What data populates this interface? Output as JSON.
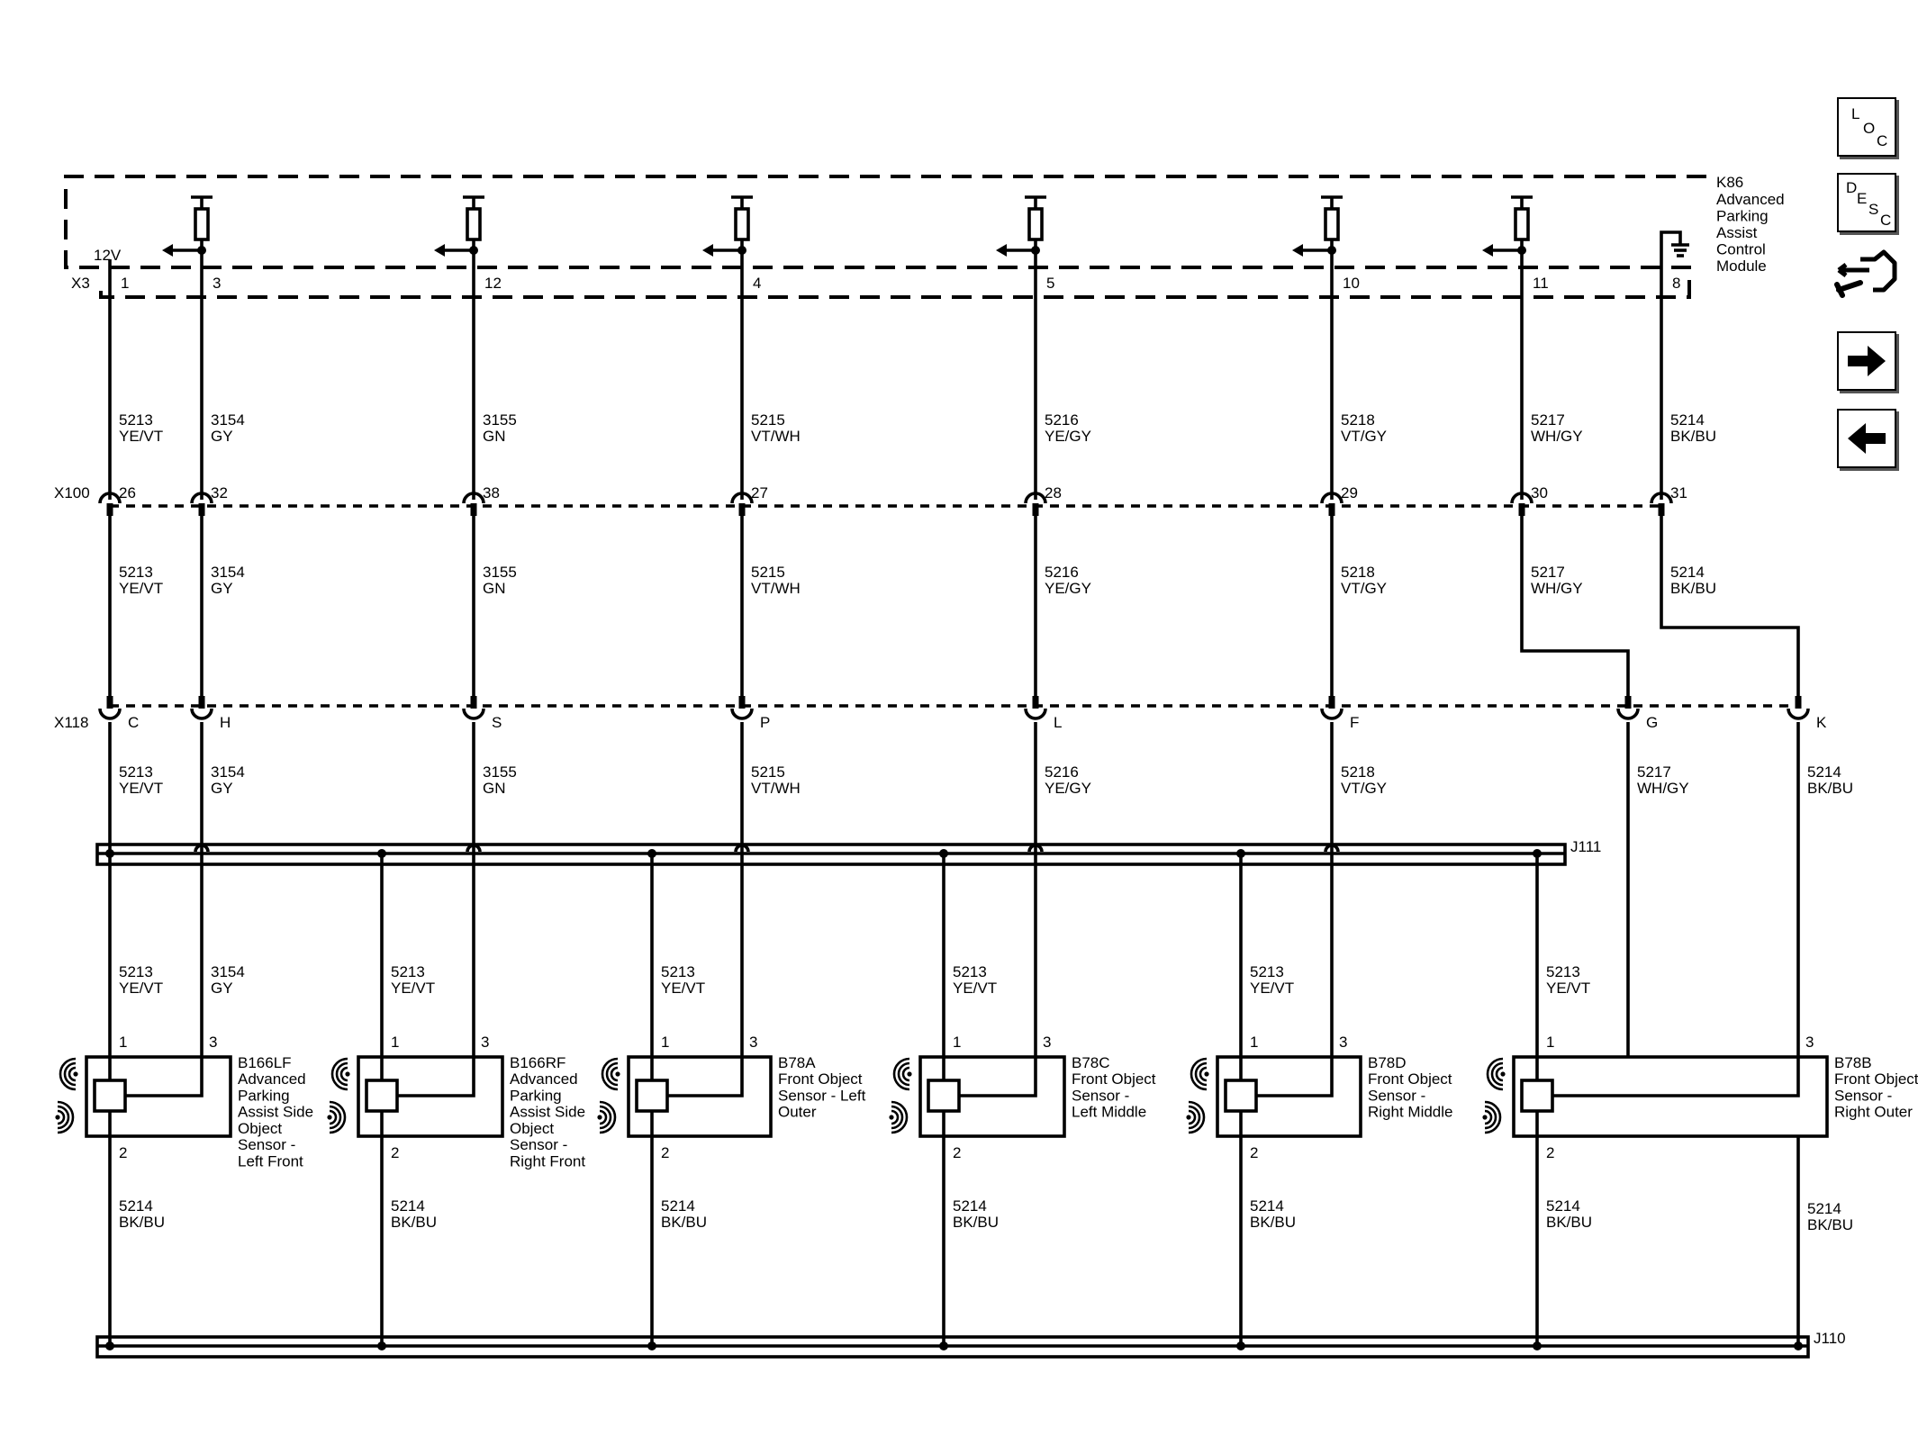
{
  "module": {
    "ref": "K86",
    "name_lines": [
      "Advanced",
      "Parking",
      "Assist",
      "Control",
      "Module"
    ],
    "connector": "X3",
    "power_label": "12V"
  },
  "inline_connectors": {
    "x100": "X100",
    "x118": "X118"
  },
  "splices": {
    "j111": "J111",
    "j110": "J110"
  },
  "circuits": [
    {
      "id": "c5213",
      "x3_pin": "1",
      "x100_pin": "26",
      "x118_pin": "C",
      "circuit": "5213",
      "color": "YE/VT"
    },
    {
      "id": "c3154",
      "x3_pin": "3",
      "x100_pin": "32",
      "x118_pin": "H",
      "circuit": "3154",
      "color": "GY"
    },
    {
      "id": "c3155",
      "x3_pin": "12",
      "x100_pin": "38",
      "x118_pin": "S",
      "circuit": "3155",
      "color": "GN"
    },
    {
      "id": "c5215",
      "x3_pin": "4",
      "x100_pin": "27",
      "x118_pin": "P",
      "circuit": "5215",
      "color": "VT/WH"
    },
    {
      "id": "c5216",
      "x3_pin": "5",
      "x100_pin": "28",
      "x118_pin": "L",
      "circuit": "5216",
      "color": "YE/GY"
    },
    {
      "id": "c5218",
      "x3_pin": "10",
      "x100_pin": "29",
      "x118_pin": "F",
      "circuit": "5218",
      "color": "VT/GY"
    },
    {
      "id": "c5217",
      "x3_pin": "11",
      "x100_pin": "30",
      "x118_pin": "G",
      "circuit": "5217",
      "color": "WH/GY"
    },
    {
      "id": "c5214",
      "x3_pin": "8",
      "x100_pin": "31",
      "x118_pin": "K",
      "circuit": "5214",
      "color": "BK/BU"
    }
  ],
  "sensors": [
    {
      "ref": "B166LF",
      "name_lines": [
        "Advanced",
        "Parking",
        "Assist Side",
        "Object",
        "Sensor -",
        "Left Front"
      ],
      "pin_supply": "1",
      "pin_signal": "3",
      "pin_ground": "2",
      "supply_circuit": "5213",
      "supply_color": "YE/VT",
      "signal_circuit": "3154",
      "signal_color": "GY",
      "ground_circuit": "5214",
      "ground_color": "BK/BU"
    },
    {
      "ref": "B166RF",
      "name_lines": [
        "Advanced",
        "Parking",
        "Assist Side",
        "Object",
        "Sensor -",
        "Right Front"
      ],
      "pin_supply": "1",
      "pin_signal": "3",
      "pin_ground": "2",
      "supply_circuit": "5213",
      "supply_color": "YE/VT",
      "signal_circuit": "",
      "signal_color": "",
      "ground_circuit": "5214",
      "ground_color": "BK/BU"
    },
    {
      "ref": "B78A",
      "name_lines": [
        "Front Object",
        "Sensor - Left",
        "Outer"
      ],
      "pin_supply": "1",
      "pin_signal": "3",
      "pin_ground": "2",
      "supply_circuit": "5213",
      "supply_color": "YE/VT",
      "signal_circuit": "",
      "signal_color": "",
      "ground_circuit": "5214",
      "ground_color": "BK/BU"
    },
    {
      "ref": "B78C",
      "name_lines": [
        "Front Object",
        "Sensor -",
        "Left Middle"
      ],
      "pin_supply": "1",
      "pin_signal": "3",
      "pin_ground": "2",
      "supply_circuit": "5213",
      "supply_color": "YE/VT",
      "signal_circuit": "",
      "signal_color": "",
      "ground_circuit": "5214",
      "ground_color": "BK/BU"
    },
    {
      "ref": "B78D",
      "name_lines": [
        "Front Object",
        "Sensor -",
        "Right Middle"
      ],
      "pin_supply": "1",
      "pin_signal": "3",
      "pin_ground": "2",
      "supply_circuit": "5213",
      "supply_color": "YE/VT",
      "signal_circuit": "",
      "signal_color": "",
      "ground_circuit": "5214",
      "ground_color": "BK/BU"
    },
    {
      "ref": "B78B",
      "name_lines": [
        "Front Object",
        "Sensor -",
        "Right Outer"
      ],
      "pin_supply": "1",
      "pin_signal": "3",
      "pin_ground": "2",
      "supply_circuit": "5213",
      "supply_color": "YE/VT",
      "signal_circuit": "",
      "signal_color": "",
      "ground_circuit": "5214",
      "ground_color": "BK/BU"
    }
  ],
  "j110_ground_wire": {
    "circuit": "5214",
    "color": "BK/BU"
  },
  "side_panel": {
    "loc_letters": [
      "L",
      "O",
      "C"
    ],
    "desc_letters": [
      "D",
      "E",
      "S",
      "C"
    ],
    "icons": [
      "connector-tool-icon",
      "next-arrow-icon",
      "previous-arrow-icon"
    ]
  }
}
